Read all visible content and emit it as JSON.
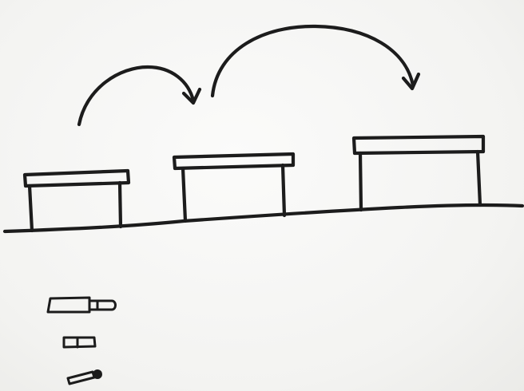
{
  "diagram": {
    "title": "",
    "caption": "",
    "palette": {
      "paper": "#f4f4f2",
      "ink": "#1c1c1c"
    },
    "tables": [
      {
        "id": "small",
        "size": "small"
      },
      {
        "id": "medium",
        "size": "medium"
      },
      {
        "id": "large",
        "size": "large"
      }
    ],
    "arrows": [
      {
        "from": "small",
        "to": "medium"
      },
      {
        "from": "medium",
        "to": "large"
      }
    ],
    "legend_icons": [
      "marker-icon",
      "eraser-icon",
      "match-icon"
    ]
  }
}
